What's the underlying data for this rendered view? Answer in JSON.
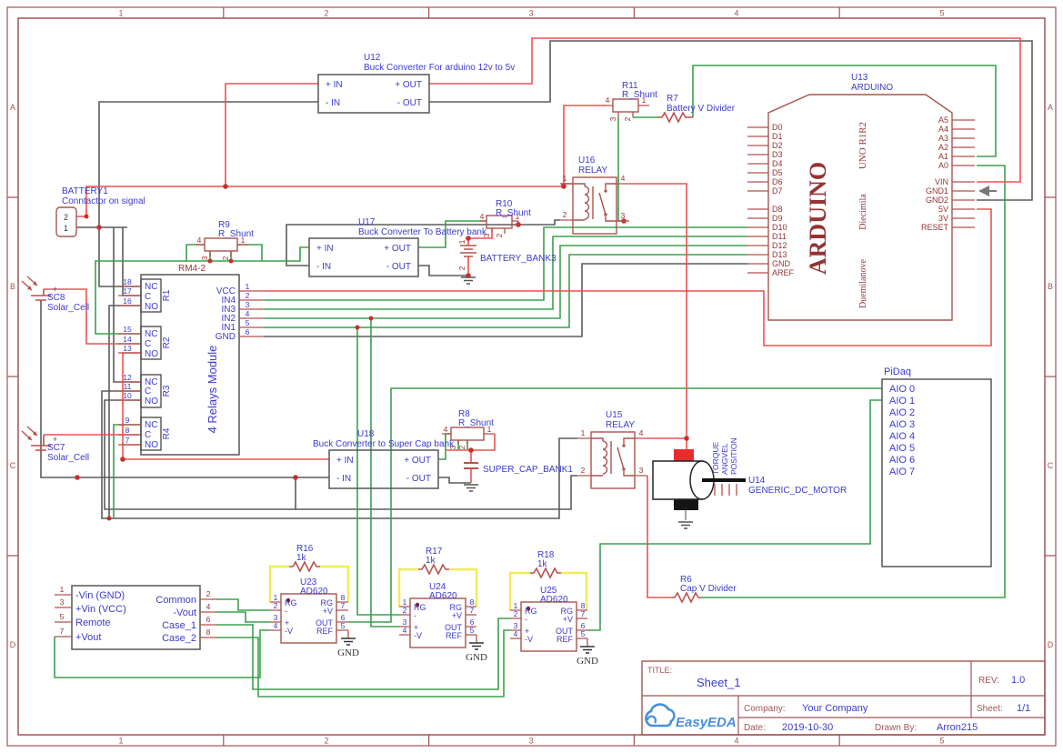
{
  "frame": {
    "columns": [
      "1",
      "2",
      "3",
      "4",
      "5"
    ],
    "rows": [
      "A",
      "B",
      "C",
      "D"
    ]
  },
  "title_block": {
    "title_label": "TITLE:",
    "title": "Sheet_1",
    "rev_label": "REV:",
    "rev": "1.0",
    "company_label": "Company:",
    "company": "Your Company",
    "sheet_label": "Sheet:",
    "sheet": "1/1",
    "date_label": "Date:",
    "date": "2019-10-30",
    "drawn_by_label": "Drawn By:",
    "drawn_by": "Arron215",
    "logo_text": "EasyEDA"
  },
  "power": {
    "gnd": "GND"
  },
  "u12": {
    "ref": "U12",
    "desc": "Buck Converter For arduino 12v to 5v",
    "pin_in_p": "+ IN",
    "pin_in_n": "- IN",
    "pin_out_p": "+ OUT",
    "pin_out_n": "- OUT"
  },
  "u17": {
    "ref": "U17",
    "desc": "Buck Converter To Battery bank"
  },
  "u18": {
    "ref": "U18",
    "desc": "Buck Converter to Super Cap bank"
  },
  "u13": {
    "ref": "U13",
    "value": "ARDUINO",
    "body_text": "ARDUINO",
    "variant1": "UNO R1R2",
    "variant2": "Diecimila",
    "variant3": "Duemilanove",
    "left_pins": [
      "D0",
      "D1",
      "D2",
      "D3",
      "D4",
      "D5",
      "D6",
      "D7",
      "D8",
      "D9",
      "D10",
      "D11",
      "D12",
      "D13",
      "GND",
      "AREF"
    ],
    "right_pins": [
      "A5",
      "A4",
      "A3",
      "A2",
      "A1",
      "A0",
      "VIN",
      "GND1",
      "GND2",
      "5V",
      "3V",
      "RESET"
    ]
  },
  "relay_module": {
    "name": "4 Relays Module",
    "part": "RM4-2",
    "group_refs": [
      "R1",
      "R2",
      "R3",
      "R4"
    ],
    "group_pin_labels": [
      "NC",
      "C",
      "NO"
    ],
    "group_pin_numbers": [
      [
        "18",
        "17",
        "16"
      ],
      [
        "15",
        "14",
        "13"
      ],
      [
        "12",
        "11",
        "10"
      ],
      [
        "9",
        "8",
        "7"
      ]
    ],
    "right_pin_labels": [
      "VCC",
      "IN4",
      "IN3",
      "IN2",
      "IN1",
      "GND"
    ],
    "right_pin_numbers": [
      "1",
      "2",
      "3",
      "4",
      "5",
      "6"
    ]
  },
  "relay_pins": {
    "p1": "1",
    "p2": "2",
    "p3": "3",
    "p4": "4"
  },
  "u16": {
    "ref": "U16",
    "value": "RELAY"
  },
  "u15": {
    "ref": "U15",
    "value": "RELAY"
  },
  "u14": {
    "ref": "U14",
    "value": "GENERIC_DC_MOTOR",
    "signals": [
      "TORQUE",
      "ANGVEL",
      "POSITION"
    ]
  },
  "battery1": {
    "ref": "BATTERY1",
    "desc": "Conntactor on signal",
    "pin2": "2",
    "pin1": "1"
  },
  "battery_bank3": {
    "ref": "BATTERY_BANK3",
    "pin1": "1",
    "pin2": "2"
  },
  "super_cap": {
    "ref": "SUPER_CAP_BANK1"
  },
  "sc8": {
    "ref": "SC8",
    "value": "Solar_Cell",
    "plus": "+"
  },
  "sc7": {
    "ref": "SC7",
    "value": "Solar_Cell",
    "plus": "+"
  },
  "pidaq": {
    "ref": "PiDaq",
    "pins": [
      "AIO 0",
      "AIO 1",
      "AIO 2",
      "AIO 3",
      "AIO 4",
      "AIO 5",
      "AIO 6",
      "AIO 7"
    ]
  },
  "shunt": {
    "value": "R_Shunt",
    "pin4": "4",
    "pin1": "1",
    "pin3": "3",
    "pin2": "2"
  },
  "r9": {
    "ref": "R9"
  },
  "r10": {
    "ref": "R10"
  },
  "r11": {
    "ref": "R11"
  },
  "r8": {
    "ref": "R8"
  },
  "r7": {
    "ref": "R7",
    "value": "Battery V Divider"
  },
  "r6": {
    "ref": "R6",
    "value": "Cap V Divider"
  },
  "ad620": {
    "value": "AD620",
    "left_pin_numbers": [
      "1",
      "2",
      "3",
      "4"
    ],
    "left_pin_labels": [
      "RG",
      "-",
      "+",
      "-V"
    ],
    "right_pin_numbers": [
      "8",
      "7",
      "6",
      "5"
    ],
    "right_pin_labels": [
      "RG",
      "+V",
      "OUT",
      "REF"
    ]
  },
  "u23": {
    "ref": "U23"
  },
  "u24": {
    "ref": "U24"
  },
  "u25": {
    "ref": "U25"
  },
  "r16": {
    "ref": "R16",
    "value": "1k"
  },
  "r17": {
    "ref": "R17",
    "value": "1k"
  },
  "r18": {
    "ref": "R18",
    "value": "1k"
  },
  "psu": {
    "left_pin_numbers": [
      "1",
      "3",
      "5",
      "7"
    ],
    "left_pin_labels": [
      "-Vin (GND)",
      "+Vin (VCC)",
      "Remote",
      "+Vout"
    ],
    "right_pin_numbers": [
      "2",
      "4",
      "6",
      "8"
    ],
    "right_pin_labels": [
      "Common",
      "-Vout",
      "Case_1",
      "Case_2"
    ]
  },
  "colors": {
    "wire_red": "#f05050",
    "wire_green": "#3ba04d",
    "wire_gray": "#5c5c5c",
    "wire_yellow": "#f0ec55",
    "frame": "#a35454",
    "label_blue": "#3a3ace",
    "easyeda_blue": "#4a90d9"
  }
}
